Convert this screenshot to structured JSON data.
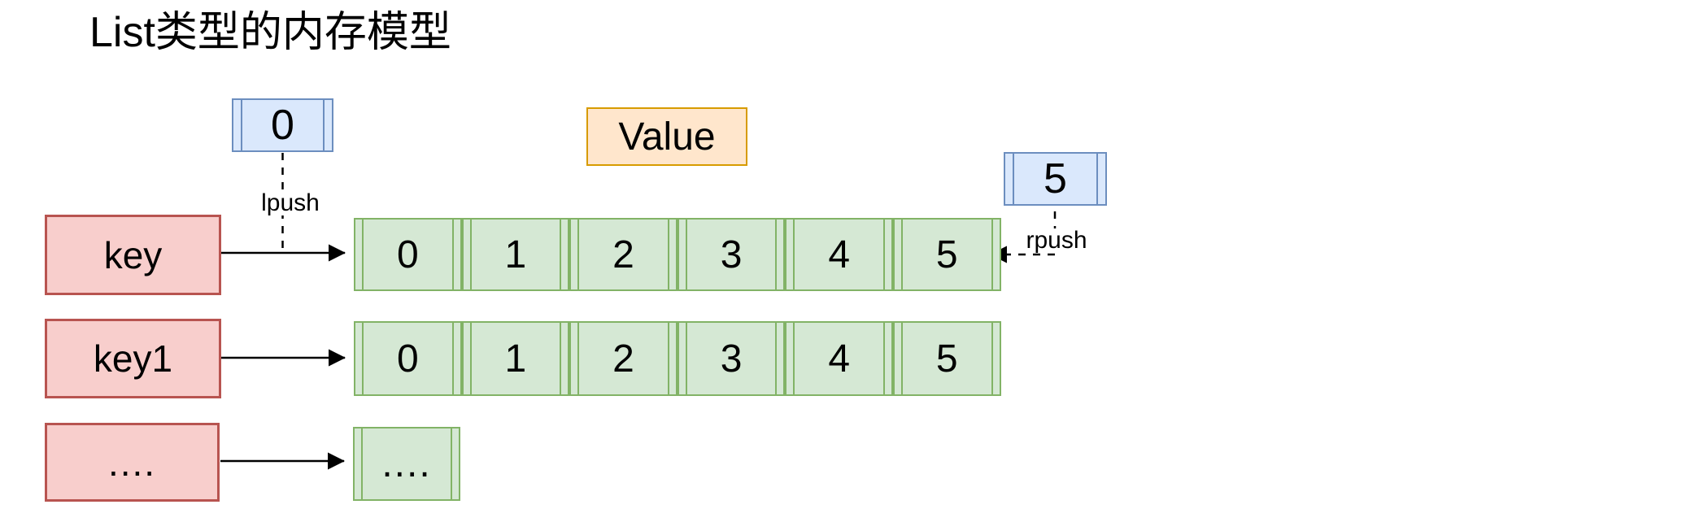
{
  "title": "List类型的内存模型",
  "value_header": "Value",
  "annotations": {
    "lpush": {
      "value": "0",
      "label": "lpush"
    },
    "rpush": {
      "value": "5",
      "label": "rpush"
    }
  },
  "rows": [
    {
      "key": "key",
      "cells": [
        "0",
        "1",
        "2",
        "3",
        "4",
        "5"
      ]
    },
    {
      "key": "key1",
      "cells": [
        "0",
        "1",
        "2",
        "3",
        "4",
        "5"
      ]
    },
    {
      "key": "....",
      "cells": [
        "...."
      ]
    }
  ],
  "colors": {
    "key_fill": "#f8cecc",
    "key_stroke": "#b85450",
    "list_fill": "#d5e8d4",
    "list_stroke": "#82b366",
    "push_fill": "#dae8fc",
    "push_stroke": "#6c8ebf",
    "value_fill": "#ffe6cc",
    "value_stroke": "#d79b00",
    "connector": "#000000"
  }
}
